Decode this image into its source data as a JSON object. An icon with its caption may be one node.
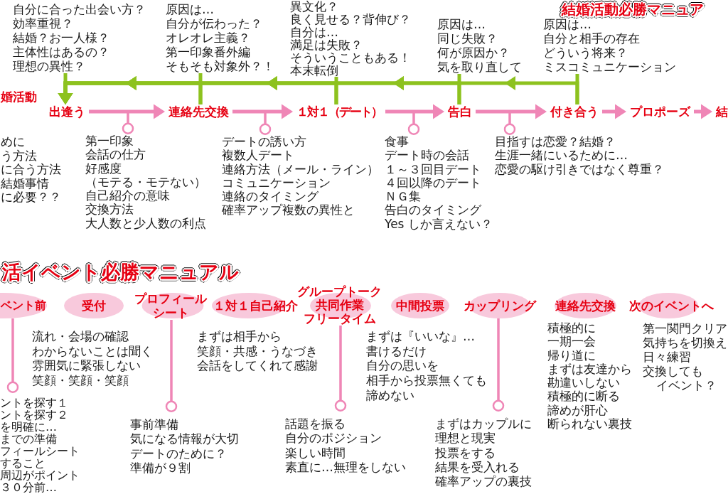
{
  "diagram": {
    "title": "結婚活動必勝マニュア",
    "nodes": [
      {
        "text": [
          "自分に合った出会い方？",
          "効率重視？",
          "結婚？お一人様？",
          "主体性はあるの？",
          "理想の異性？"
        ]
      },
      {
        "text": [
          "原因は…",
          "自分が伝わった？",
          "オレオレ主義？",
          "第一印象番外編",
          "そもそも対象外？！"
        ]
      },
      {
        "text": [
          "異文化？",
          "良く見せる？背伸び？",
          "自分は…",
          "満足は失敗？",
          "そういうこともある！",
          "本末転倒"
        ]
      },
      {
        "text": [
          "原因は…",
          "同じ失敗？",
          "何が原因か？",
          "気を取り直して"
        ]
      },
      {
        "text": [
          "原因は…",
          "自分と相手の存在",
          "どういう将来？",
          "ミスコミュニケーション"
        ]
      },
      {
        "text": [
          "出逢う"
        ]
      },
      {
        "text": [
          "連絡先交換"
        ]
      },
      {
        "text": [
          "１対１（デート）"
        ]
      },
      {
        "text": [
          "告白"
        ]
      },
      {
        "text": [
          "付き合う"
        ]
      },
      {
        "text": [
          "プロポーズ"
        ]
      },
      {
        "text": [
          "結"
        ]
      },
      {
        "text": [
          "第一印象",
          "会話の仕方",
          "好感度",
          "（モテる・モテない）",
          "自己紹介の意味",
          "交換方法",
          "大人数と少人数の利点"
        ]
      },
      {
        "text": [
          "デートの誘い方",
          "複数人デート",
          "連絡方法（メール・ライン）",
          "コミュニケーション",
          "連絡のタイミング",
          "確率アップ複数の異性と"
        ]
      },
      {
        "text": [
          "食事",
          "デート時の会話",
          "１～３回目デート",
          "４回以降のデート",
          "ＮＧ集",
          "告白のタイミング",
          "Yes しか言えない？"
        ]
      },
      {
        "text": [
          "目指すは恋愛？結婚？",
          "生涯一緒にいるために…",
          "恋愛の駆け引きではなく尊重？"
        ]
      },
      {
        "text": [
          "ベント前"
        ]
      },
      {
        "text": [
          "受付"
        ],
        "beside": [
          "流れ・会場の確認",
          "わからないことは聞く",
          "雰囲気に緊張しない",
          "笑顔・笑顔・笑顔"
        ]
      },
      {
        "text": [
          "プロフィールシート"
        ]
      },
      {
        "text": [
          "１対１自己紹介"
        ],
        "beside": [
          "まずは相手から",
          "笑顔・共感・うなづき",
          "会話をしてくれて感謝"
        ]
      },
      {
        "text": [
          "グループトーク",
          "共同作業",
          "フリータイム"
        ]
      },
      {
        "text": [
          "中間投票"
        ],
        "beside": [
          "まずは『いいな』…",
          "書けるだけ",
          "自分の思いを",
          "相手から投票無くても",
          "諦めない"
        ]
      },
      {
        "text": [
          "カップリング"
        ]
      },
      {
        "text": [
          "連絡先交換"
        ],
        "beside": [
          "積極的に",
          "一期一会",
          "帰り道に",
          "まずは友達から",
          "勘違いしない",
          "積極的に断る",
          "諦めが肝心",
          "断られない裏技"
        ]
      },
      {
        "text": [
          "次のイベントへ"
        ],
        "beside": [
          "第一関門クリア",
          "気持ちを切換え",
          "日々練習",
          "交換しても",
          "イベント？"
        ]
      },
      {
        "text": [
          "ントを探す１",
          "ントを探す２",
          "を明確に…",
          "までの準備",
          "フィールシート",
          "すること",
          "周辺がポイント",
          "３０分前…"
        ]
      },
      {
        "text": [
          "事前準備",
          "気になる情報が大切",
          "デートのために？",
          "準備が９割"
        ]
      },
      {
        "text": [
          "話題を振る",
          "自分のポジション",
          "楽しい時間",
          "素直に…無理をしない"
        ]
      },
      {
        "text": [
          "まずはカップルに",
          "理想と現実",
          "投票をする",
          "結果を受入れる",
          "確率アップの裏技"
        ]
      }
    ],
    "edges": [
      {
        "from": 5,
        "to": 6,
        "arrow": "to"
      },
      {
        "from": 6,
        "to": 7,
        "arrow": "to"
      },
      {
        "from": 7,
        "to": 8,
        "arrow": "to"
      },
      {
        "from": 8,
        "to": 9,
        "arrow": "to"
      },
      {
        "from": 9,
        "to": 10,
        "arrow": "to"
      },
      {
        "from": 10,
        "to": 11,
        "arrow": "to"
      },
      {
        "from": null,
        "to": 12,
        "arrow": "other"
      },
      {
        "from": null,
        "to": 13,
        "arrow": "other"
      },
      {
        "from": null,
        "to": 14,
        "arrow": "other"
      },
      {
        "from": null,
        "to": 15,
        "arrow": "other"
      },
      {
        "from": 0,
        "to": 5,
        "arrow": "to",
        "color": "#8dc21f"
      },
      {
        "from": 1,
        "to": 6,
        "arrow": "none",
        "color": "#8dc21f"
      },
      {
        "from": 2,
        "to": 7,
        "arrow": "none",
        "color": "#8dc21f"
      },
      {
        "from": 3,
        "to": 8,
        "arrow": "none",
        "color": "#8dc21f"
      },
      {
        "from": 4,
        "to": 9,
        "arrow": "none",
        "color": "#8dc21f"
      },
      {
        "from": 6,
        "to": 5,
        "arrow": "to",
        "color": "#8dc21f"
      },
      {
        "from": 7,
        "to": 5,
        "arrow": "to",
        "color": "#8dc21f"
      },
      {
        "from": 8,
        "to": 5,
        "arrow": "to",
        "color": "#8dc21f"
      },
      {
        "from": 9,
        "to": 5,
        "arrow": "to",
        "color": "#8dc21f"
      },
      {
        "from": 16,
        "to": 25,
        "arrow": "other"
      },
      {
        "from": 18,
        "to": 26,
        "arrow": "other"
      },
      {
        "from": 20,
        "to": 27,
        "arrow": "other"
      },
      {
        "from": 22,
        "to": 28,
        "arrow": "other"
      }
    ],
    "labels": [
      "婚活動",
      "めに",
      "う方法",
      "に合う方法",
      "結婚事情",
      "に必要？？",
      "活イベント必勝マニュアル"
    ]
  }
}
